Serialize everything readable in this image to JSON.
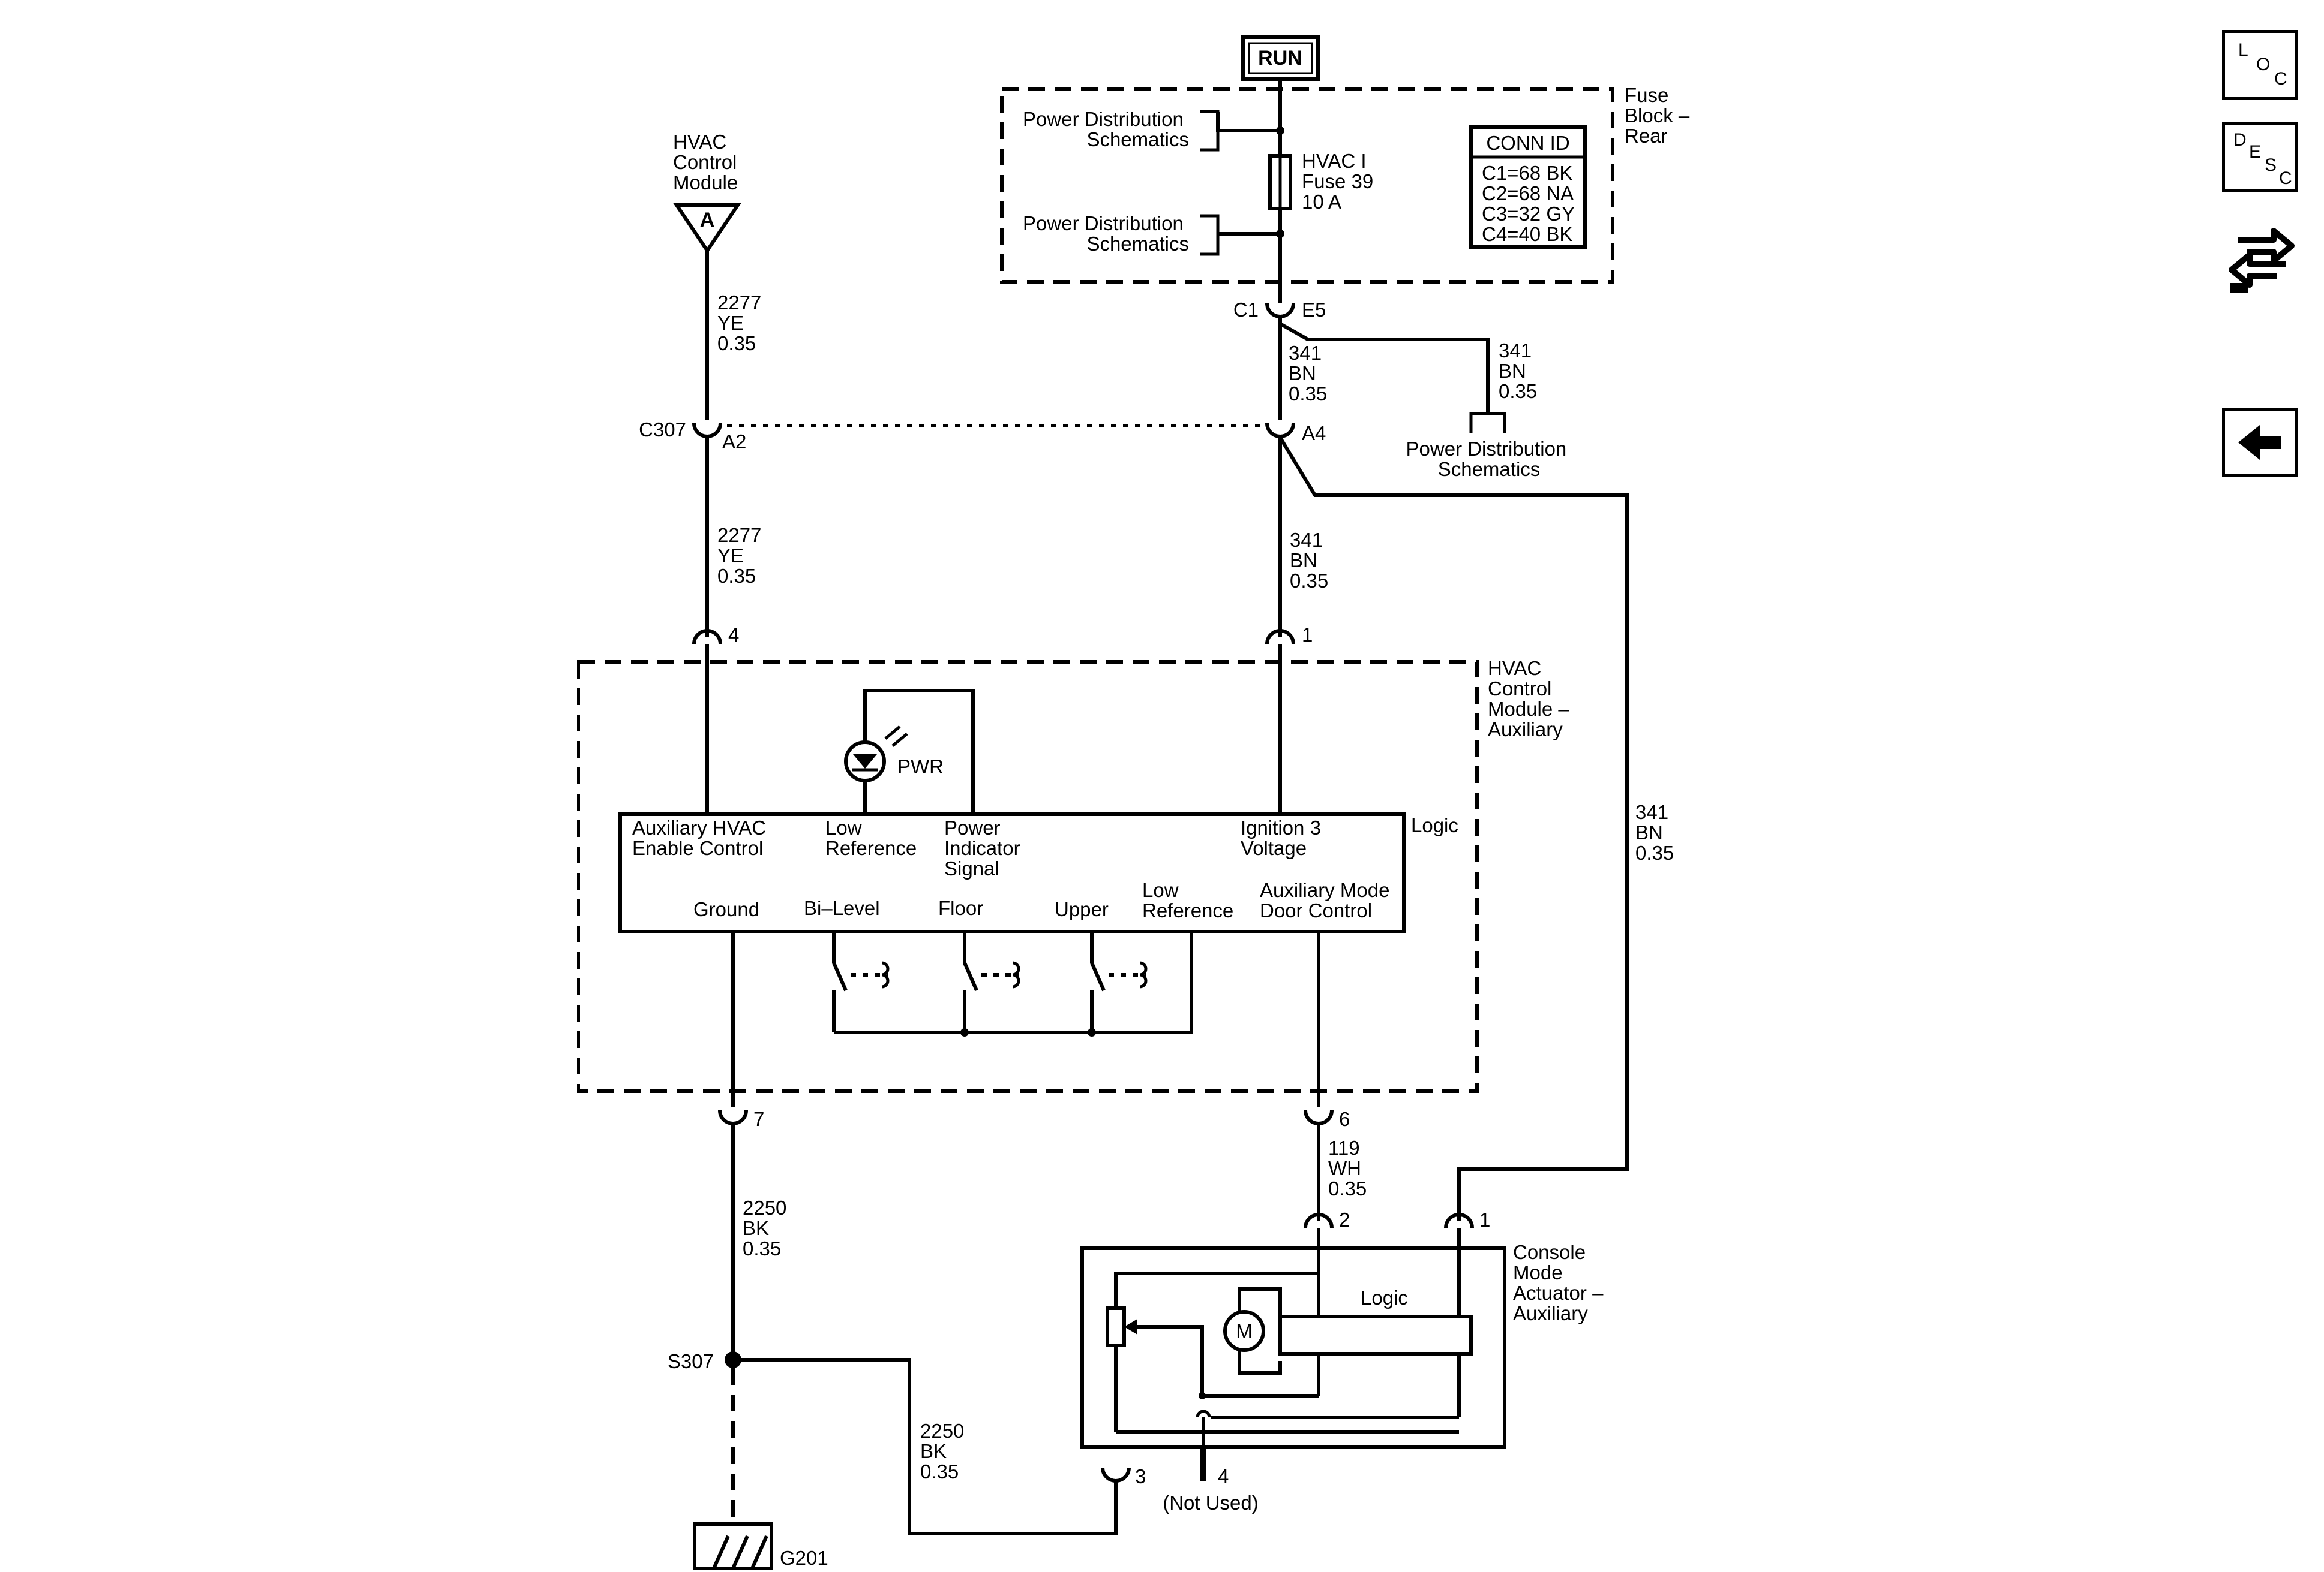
{
  "power": {
    "run": "RUN"
  },
  "fuse_block": {
    "title": [
      "Fuse",
      "Block –",
      "Rear"
    ],
    "pds_top": [
      "Power Distribution",
      "Schematics"
    ],
    "pds_bottom": [
      "Power Distribution",
      "Schematics"
    ],
    "fuse": [
      "HVAC I",
      "Fuse 39",
      "10 A"
    ],
    "conn_id": {
      "header": "CONN ID",
      "rows": [
        "C1=68 BK",
        "C2=68 NA",
        "C3=32 GY",
        "C4=40 BK"
      ]
    }
  },
  "hvac_module_ref": {
    "title": [
      "HVAC",
      "Control",
      "Module"
    ],
    "symbol": "A"
  },
  "wires": {
    "w2277_top": [
      "2277",
      "YE",
      "0.35"
    ],
    "w2277_mid": [
      "2277",
      "YE",
      "0.35"
    ],
    "w341_top": [
      "341",
      "BN",
      "0.35"
    ],
    "w341_branch": [
      "341",
      "BN",
      "0.35"
    ],
    "w341_mid": [
      "341",
      "BN",
      "0.35"
    ],
    "w341_right": [
      "341",
      "BN",
      "0.35"
    ],
    "w119": [
      "119",
      "WH",
      "0.35"
    ],
    "w2250_left": [
      "2250",
      "BK",
      "0.35"
    ],
    "w2250_bottom": [
      "2250",
      "BK",
      "0.35"
    ]
  },
  "connectors": {
    "c1": "C1",
    "e5": "E5",
    "c307": "C307",
    "a2": "A2",
    "a4": "A4",
    "pin4": "4",
    "pin1": "1",
    "pin7": "7",
    "pin6": "6",
    "act_pin2": "2",
    "act_pin1": "1",
    "act_pin3": "3",
    "act_pin4": "4",
    "not_used": "(Not Used)"
  },
  "pds_branch": [
    "Power Distribution",
    "Schematics"
  ],
  "aux_module": {
    "title": [
      "HVAC",
      "Control",
      "Module –",
      "Auxiliary"
    ],
    "pwr": "PWR",
    "logic": "Logic",
    "top_labels": {
      "aux_enable": [
        "Auxiliary HVAC",
        "Enable Control"
      ],
      "low_ref": [
        "Low",
        "Reference"
      ],
      "power_ind": [
        "Power",
        "Indicator",
        "Signal"
      ],
      "ign3": [
        "Ignition 3",
        "Voltage"
      ]
    },
    "bottom_labels": {
      "ground": "Ground",
      "bilevel": "Bi–Level",
      "floor": "Floor",
      "upper": "Upper",
      "low_ref": [
        "Low",
        "Reference"
      ],
      "aux_mode": [
        "Auxiliary Mode",
        "Door Control"
      ]
    }
  },
  "actuator": {
    "title": [
      "Console",
      "Mode",
      "Actuator –",
      "Auxiliary"
    ],
    "logic": "Logic",
    "motor": "M"
  },
  "ground": {
    "splice": "S307",
    "ground": "G201"
  },
  "sidebar": {
    "loc": [
      "L",
      "O",
      "C"
    ],
    "desc": [
      "D",
      "E",
      "S",
      "C"
    ]
  }
}
